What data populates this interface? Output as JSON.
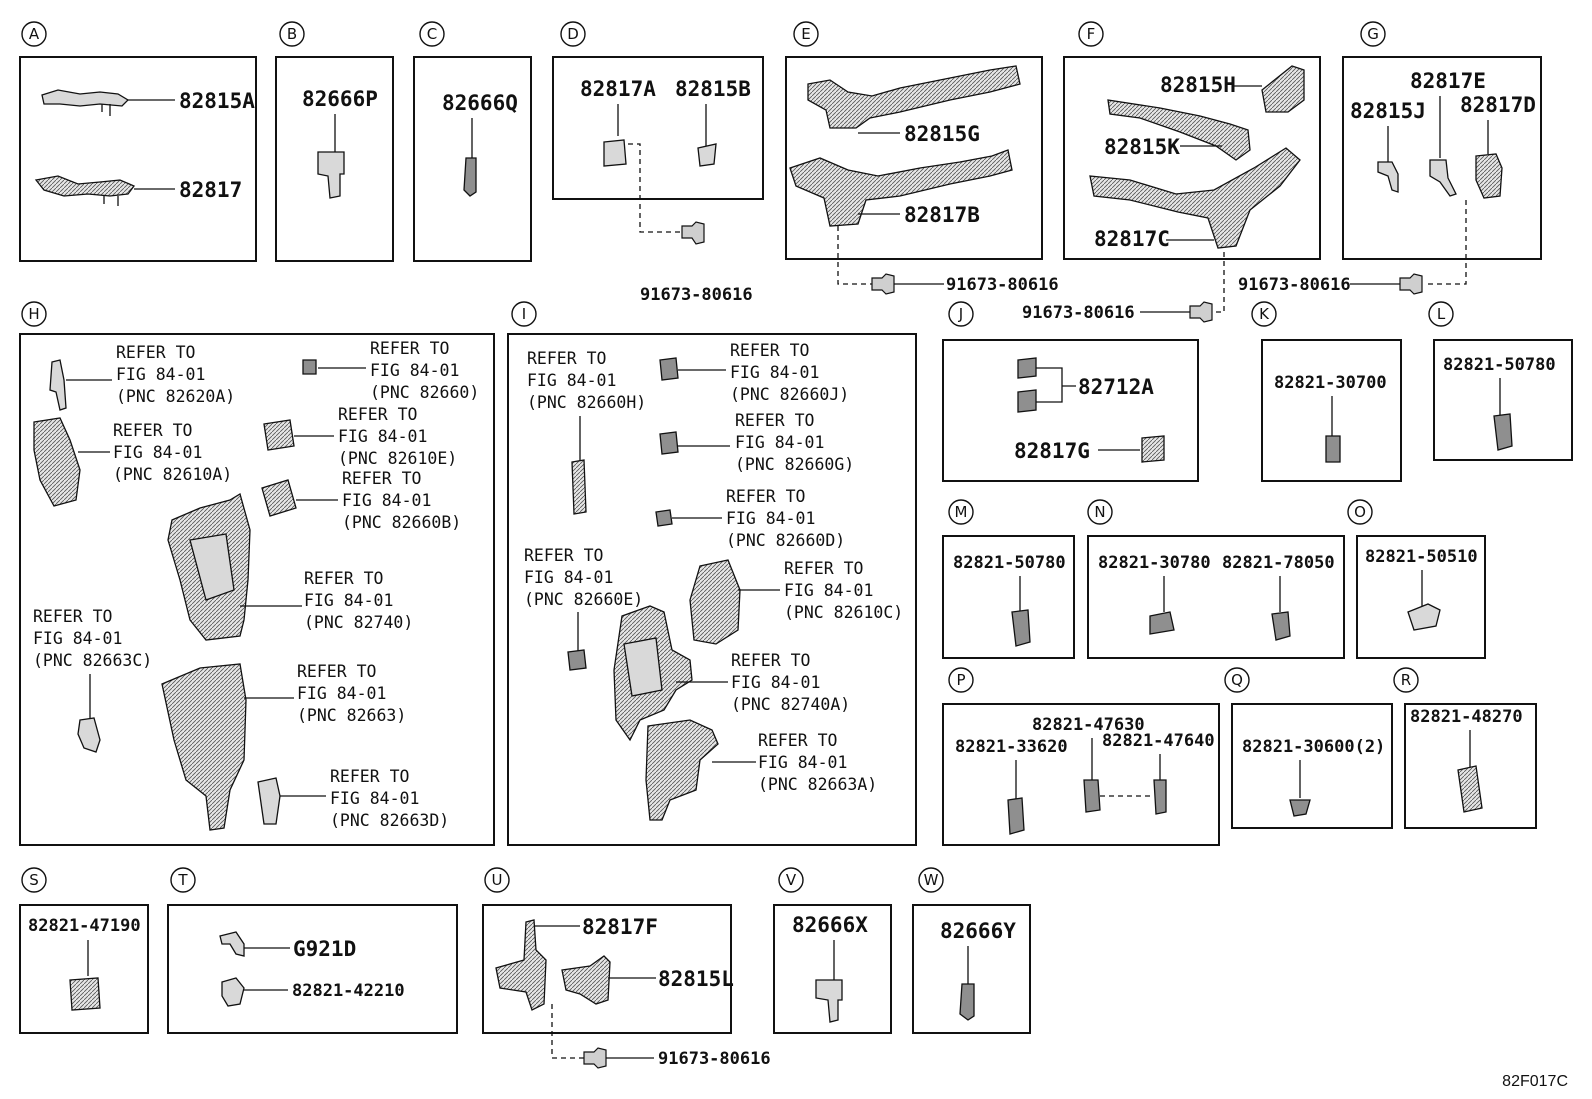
{
  "sections": [
    {
      "letter": "A"
    },
    {
      "letter": "B"
    },
    {
      "letter": "C"
    },
    {
      "letter": "D"
    },
    {
      "letter": "E"
    },
    {
      "letter": "F"
    },
    {
      "letter": "G"
    },
    {
      "letter": "H"
    },
    {
      "letter": "I"
    },
    {
      "letter": "J"
    },
    {
      "letter": "K"
    },
    {
      "letter": "L"
    },
    {
      "letter": "M"
    },
    {
      "letter": "N"
    },
    {
      "letter": "O"
    },
    {
      "letter": "P"
    },
    {
      "letter": "Q"
    },
    {
      "letter": "R"
    },
    {
      "letter": "S"
    },
    {
      "letter": "T"
    },
    {
      "letter": "U"
    },
    {
      "letter": "V"
    },
    {
      "letter": "W"
    }
  ],
  "labels": {
    "a1": "82815A",
    "a2": "82817",
    "b1": "82666P",
    "c1": "82666Q",
    "d1": "82817A",
    "d2": "82815B",
    "d3": "91673-80616",
    "e1": "82815G",
    "e2": "82817B",
    "e3": "91673-80616",
    "f1": "82815H",
    "f2": "82815K",
    "f3": "82817C",
    "f4": "91673-80616",
    "g1": "82817E",
    "g2": "82815J",
    "g3": "82817D",
    "g4": "91673-80616",
    "j1": "82712A",
    "j2": "82817G",
    "k1": "82821-30700",
    "l1": "82821-50780",
    "m1": "82821-50780",
    "n1": "82821-30780",
    "n2": "82821-78050",
    "o1": "82821-50510",
    "p1": "82821-47630",
    "p2": "82821-33620",
    "p3": "82821-47640",
    "q1": "82821-30600(2)",
    "r1": "82821-48270",
    "s1": "82821-47190",
    "t1": "G921D",
    "t2": "82821-42210",
    "u1": "82817F",
    "u2": "82815L",
    "u3": "91673-80616",
    "v1": "82666X",
    "w1": "82666Y"
  },
  "refs": {
    "line1": "REFER TO",
    "line2": "FIG 84-01",
    "h": [
      "(PNC 82620A)",
      "(PNC 82660)",
      "(PNC 82610A)",
      "(PNC 82610E)",
      "(PNC 82660B)",
      "(PNC 82740)",
      "(PNC 82663C)",
      "(PNC 82663)",
      "(PNC 82663D)"
    ],
    "i": [
      "(PNC 82660H)",
      "(PNC 82660J)",
      "(PNC 82660G)",
      "(PNC 82660D)",
      "(PNC 82660E)",
      "(PNC 82610C)",
      "(PNC 82740A)",
      "(PNC 82663A)"
    ]
  },
  "figure_code": "82F017C"
}
